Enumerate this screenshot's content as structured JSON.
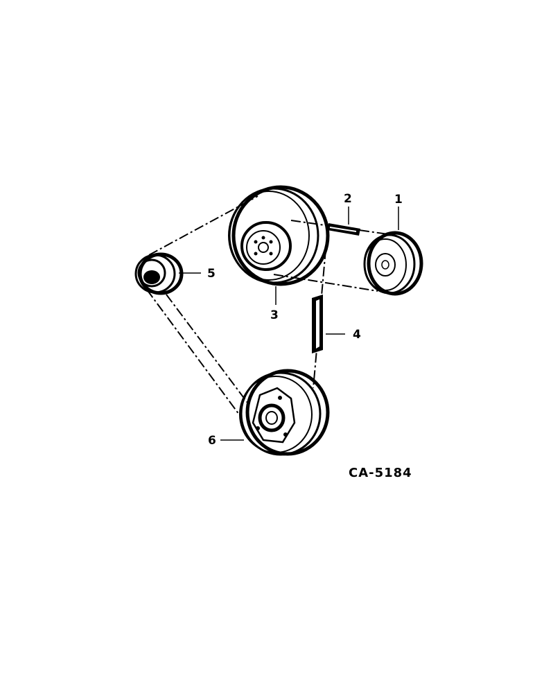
{
  "diagram": {
    "drawing_code": "CA-5184",
    "callouts": [
      "1",
      "2",
      "3",
      "4",
      "5",
      "6"
    ],
    "parts": [
      "pulley-1",
      "key-2",
      "pulley-3",
      "key-4",
      "pulley-5",
      "pulley-6"
    ]
  }
}
